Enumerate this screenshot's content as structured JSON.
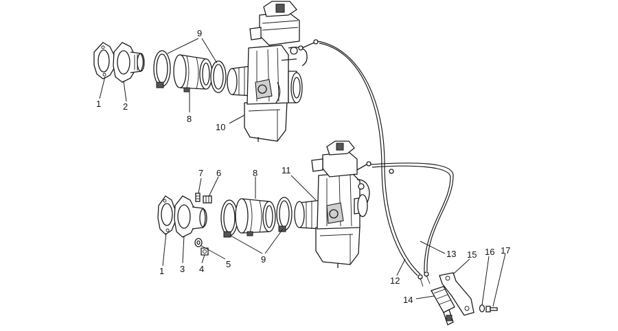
{
  "callouts": {
    "c1_top": "1",
    "c2_top": "2",
    "c9_top": "9",
    "c8_top": "8",
    "c10": "10",
    "c7": "7",
    "c6": "6",
    "c8_bottom": "8",
    "c11": "11",
    "c1_bottom": "1",
    "c3": "3",
    "c4": "4",
    "c5": "5",
    "c9_bottom": "9",
    "c13": "13",
    "c15": "15",
    "c16": "16",
    "c17": "17",
    "c12": "12",
    "c14": "14"
  }
}
